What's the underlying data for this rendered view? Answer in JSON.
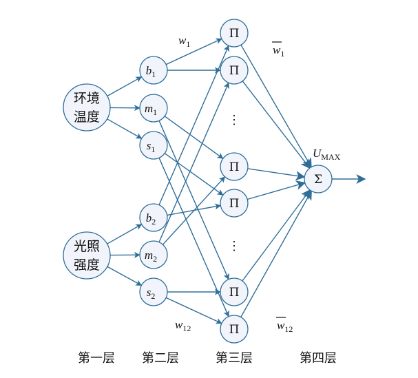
{
  "inputs": [
    {
      "line1": "环境",
      "line2": "温度"
    },
    {
      "line1": "光照",
      "line2": "强度"
    }
  ],
  "layer2": [
    {
      "var": "b",
      "sub": "1"
    },
    {
      "var": "m",
      "sub": "1"
    },
    {
      "var": "s",
      "sub": "1"
    },
    {
      "var": "b",
      "sub": "2"
    },
    {
      "var": "m",
      "sub": "2"
    },
    {
      "var": "s",
      "sub": "2"
    }
  ],
  "product_symbol": "Π",
  "sum_symbol": "Σ",
  "ellipsis": "⋮",
  "weights": {
    "w_first": {
      "var": "w",
      "sub": "1"
    },
    "w_last": {
      "var": "w",
      "sub": "12"
    },
    "wbar_first": {
      "var": "w",
      "sub": "1"
    },
    "wbar_last": {
      "var": "w",
      "sub": "12"
    }
  },
  "output": {
    "var": "U",
    "sub": "MAX"
  },
  "layers": [
    "第一层",
    "第二层",
    "第三层",
    "第四层"
  ],
  "colors": {
    "stroke": "#2f6e99",
    "fill": "#f1f4fa"
  }
}
